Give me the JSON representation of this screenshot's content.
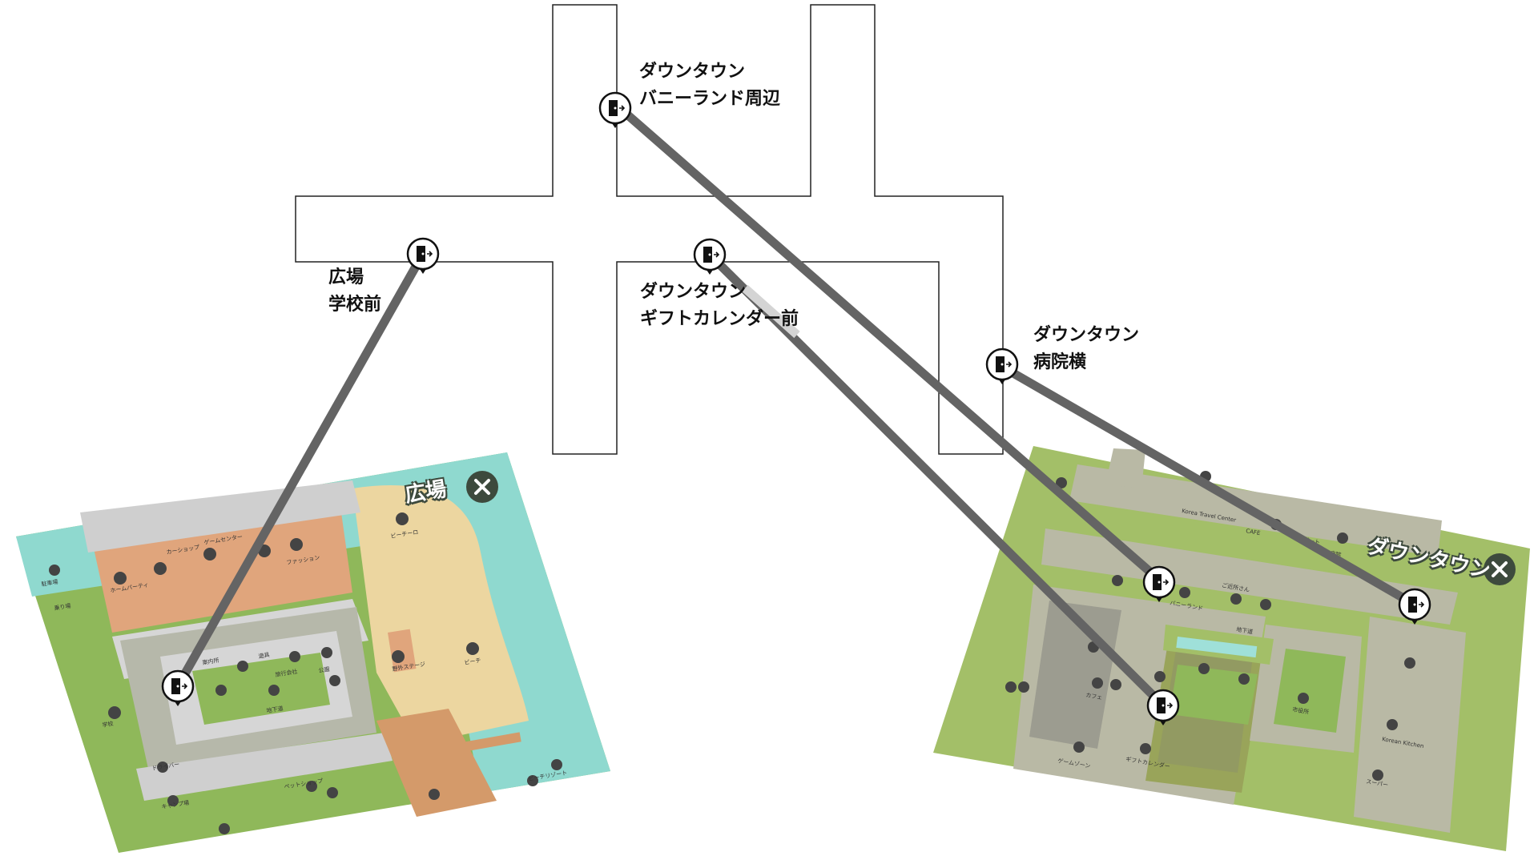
{
  "underground": {
    "exits": [
      {
        "id": "bunny",
        "line1": "ダウンタウン",
        "line2": "バニーランド周辺"
      },
      {
        "id": "school",
        "line1": "広場",
        "line2": "学校前"
      },
      {
        "id": "gift",
        "line1": "ダウンタウン",
        "line2": "ギフトカレンダー前"
      },
      {
        "id": "hospital",
        "line1": "ダウンタウン",
        "line2": "病院横"
      }
    ]
  },
  "plaza_map": {
    "title": "広場",
    "close_icon": "close-icon",
    "colors": {
      "grass": "#8fb85a",
      "water": "#8fd9cf",
      "sand": "#ecd6a0",
      "orange": "#e0a57c",
      "road": "#cfcfcf",
      "title_bg": "#3d4a3d"
    },
    "labels": [
      "ビーチーロ",
      "カーショップ",
      "ゲームセンター",
      "ホームパーティ",
      "ファッション",
      "案内所",
      "遊具",
      "旅行会社",
      "公園",
      "野外ステージ",
      "ビーチ",
      "地下道",
      "ドライバー",
      "ペットショップ",
      "キャンプ場",
      "ビーチリゾート",
      "学校",
      "駐車場",
      "乗り場"
    ]
  },
  "downtown_map": {
    "title": "ダウンタウン",
    "close_icon": "close-icon",
    "colors": {
      "grass": "#a3bf68",
      "road": "#b9b9a5",
      "dark": "#3d4a3d"
    },
    "labels": [
      "Korea Travel Center",
      "CAFE",
      "バニーランド",
      "ご近所さん",
      "病院",
      "地下道",
      "カフェ",
      "ギフトカレンダー",
      "ゲームゾーン",
      "市役所",
      "スーパー",
      "Korean Kitchen",
      "アパート"
    ]
  }
}
